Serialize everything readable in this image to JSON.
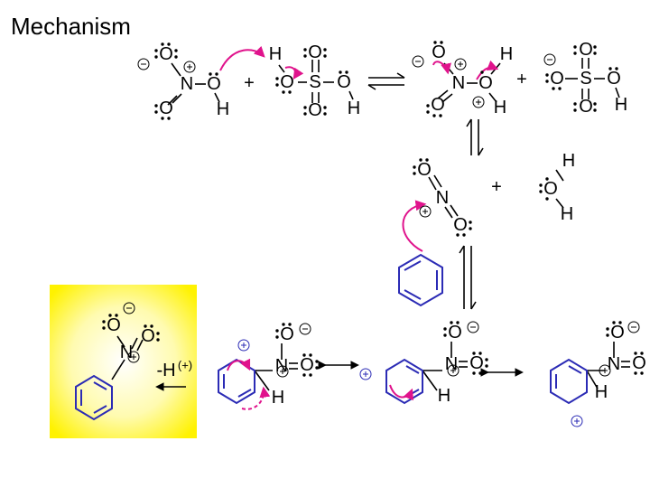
{
  "title": "Mechanism",
  "atoms": {
    "O": "O",
    "N": "N",
    "H": "H",
    "S": "S"
  },
  "labels": {
    "plus": "+",
    "deprotonation": "-H",
    "deprotonation_charge": "(+)"
  },
  "colors": {
    "electron_arrow": "#e0138c",
    "ring": "#2b2bb5",
    "highlight": "#fff200"
  }
}
